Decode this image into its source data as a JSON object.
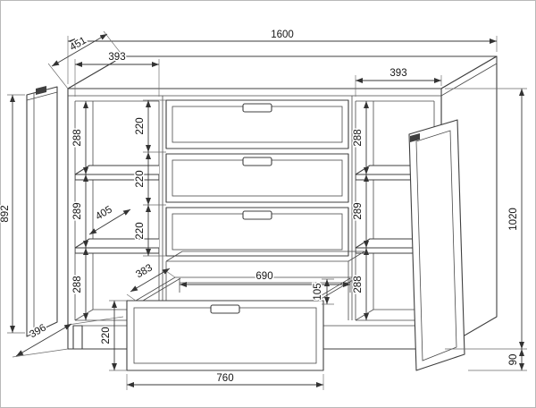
{
  "colors": {
    "background": "#ffffff",
    "line": "#3f3f3f",
    "dimension_line": "#3a3a3a",
    "label_text": "#151515",
    "frame_border": "#b9b9b9"
  },
  "dims": {
    "overall_width": "1600",
    "top_depth": "451",
    "left_section_width": "393",
    "right_section_width": "393",
    "left_top_gap": "288",
    "left_middle_gap": "289",
    "left_bottom_gap": "288",
    "drawer1_height": "220",
    "drawer2_height": "220",
    "drawer3_height": "220",
    "left_shelf_diagonal": "405",
    "left_door_height": "892",
    "base_depth": "396",
    "pulled_drawer_diagonal": "383",
    "pulled_drawer_front_height": "220",
    "pulled_drawer_width": "760",
    "pulled_drawer_inner_width": "690",
    "pulled_drawer_side_height": "105",
    "right_top_gap": "288",
    "right_middle_gap": "289",
    "right_bottom_gap": "288",
    "overall_height": "1020",
    "plinth_height": "90"
  }
}
